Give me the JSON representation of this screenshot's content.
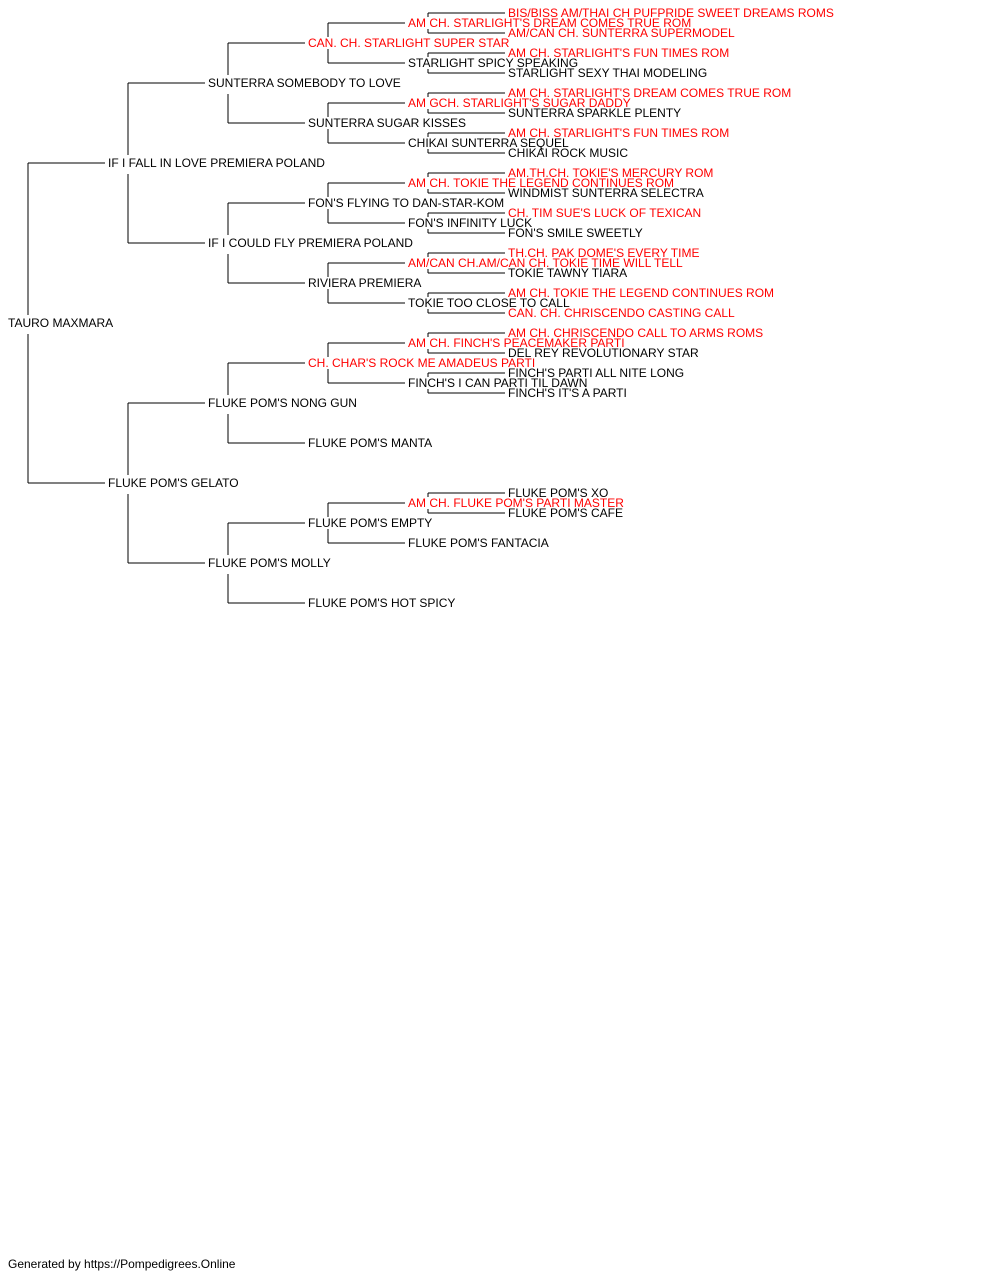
{
  "colors": {
    "champion": "#ff0000",
    "normal": "#000000"
  },
  "pedigree": {
    "name": "TAURO MAXMARA",
    "ch": false,
    "sire": {
      "name": "IF I FALL IN LOVE PREMIERA POLAND",
      "ch": false,
      "sire": {
        "name": "SUNTERRA SOMEBODY TO LOVE",
        "ch": false,
        "sire": {
          "name": "CAN. CH. STARLIGHT SUPER STAR",
          "ch": true,
          "sire": {
            "name": "AM CH. STARLIGHT'S DREAM COMES TRUE ROM",
            "ch": true,
            "sire": {
              "name": "BIS/BISS AM/THAI CH PUFPRIDE SWEET DREAMS ROMS",
              "ch": true
            },
            "dam": {
              "name": "AM/CAN CH. SUNTERRA SUPERMODEL",
              "ch": true
            }
          },
          "dam": {
            "name": "STARLIGHT SPICY SPEAKING",
            "ch": false,
            "sire": {
              "name": "AM CH. STARLIGHT'S FUN TIMES ROM",
              "ch": true
            },
            "dam": {
              "name": "STARLIGHT SEXY THAI MODELING",
              "ch": false
            }
          }
        },
        "dam": {
          "name": "SUNTERRA SUGAR KISSES",
          "ch": false,
          "sire": {
            "name": "AM GCH. STARLIGHT'S SUGAR DADDY",
            "ch": true,
            "sire": {
              "name": "AM CH. STARLIGHT'S DREAM COMES TRUE ROM",
              "ch": true
            },
            "dam": {
              "name": "SUNTERRA SPARKLE PLENTY",
              "ch": false
            }
          },
          "dam": {
            "name": "CHIKAI SUNTERRA SEQUEL",
            "ch": false,
            "sire": {
              "name": "AM CH. STARLIGHT'S FUN TIMES ROM",
              "ch": true
            },
            "dam": {
              "name": "CHIKAI ROCK MUSIC",
              "ch": false
            }
          }
        }
      },
      "dam": {
        "name": "IF I COULD FLY PREMIERA POLAND",
        "ch": false,
        "sire": {
          "name": "FON'S FLYING TO DAN-STAR-KOM",
          "ch": false,
          "sire": {
            "name": "AM CH. TOKIE THE LEGEND CONTINUES ROM",
            "ch": true,
            "sire": {
              "name": "AM.TH.CH. TOKIE'S MERCURY ROM",
              "ch": true
            },
            "dam": {
              "name": "WINDMIST SUNTERRA SELECTRA",
              "ch": false
            }
          },
          "dam": {
            "name": "FON'S INFINITY LUCK",
            "ch": false,
            "sire": {
              "name": "CH. TIM SUE'S LUCK OF TEXICAN",
              "ch": true
            },
            "dam": {
              "name": "FON'S SMILE SWEETLY",
              "ch": false
            }
          }
        },
        "dam": {
          "name": "RIVIERA PREMIERA",
          "ch": false,
          "sire": {
            "name": "AM/CAN CH.AM/CAN CH. TOKIE TIME WILL TELL",
            "ch": true,
            "sire": {
              "name": "TH.CH. PAK DOME'S EVERY TIME",
              "ch": true
            },
            "dam": {
              "name": "TOKIE TAWNY TIARA",
              "ch": false
            }
          },
          "dam": {
            "name": "TOKIE TOO CLOSE TO CALL",
            "ch": false,
            "sire": {
              "name": "AM CH. TOKIE THE LEGEND CONTINUES ROM",
              "ch": true
            },
            "dam": {
              "name": "CAN. CH. CHRISCENDO CASTING CALL",
              "ch": true
            }
          }
        }
      }
    },
    "dam": {
      "name": "FLUKE POM'S GELATO",
      "ch": false,
      "sire": {
        "name": "FLUKE POM'S NONG GUN",
        "ch": false,
        "sire": {
          "name": "CH. CHAR'S ROCK ME AMADEUS PARTI",
          "ch": true,
          "sire": {
            "name": "AM CH. FINCH'S PEACEMAKER PARTI",
            "ch": true,
            "sire": {
              "name": "AM CH. CHRISCENDO CALL TO ARMS ROMS",
              "ch": true
            },
            "dam": {
              "name": "DEL REY REVOLUTIONARY STAR",
              "ch": false
            }
          },
          "dam": {
            "name": "FINCH'S I CAN PARTI TIL DAWN",
            "ch": false,
            "sire": {
              "name": "FINCH'S PARTI ALL NITE LONG",
              "ch": false
            },
            "dam": {
              "name": "FINCH'S IT'S A PARTI",
              "ch": false
            }
          }
        },
        "dam": {
          "name": "FLUKE POM'S MANTA",
          "ch": false
        }
      },
      "dam": {
        "name": "FLUKE POM'S MOLLY",
        "ch": false,
        "sire": {
          "name": "FLUKE POM'S EMPTY",
          "ch": false,
          "sire": {
            "name": "AM CH. FLUKE POM'S PARTI MASTER",
            "ch": true,
            "sire": {
              "name": "FLUKE POM'S XO",
              "ch": false
            },
            "dam": {
              "name": "FLUKE POM'S CAFE",
              "ch": false
            }
          },
          "dam": {
            "name": "FLUKE POM'S FANTACIA",
            "ch": false
          }
        },
        "dam": {
          "name": "FLUKE POM'S HOT SPICY",
          "ch": false
        }
      }
    }
  },
  "footer": {
    "text": "Generated by https://Pompedigrees.Online"
  }
}
